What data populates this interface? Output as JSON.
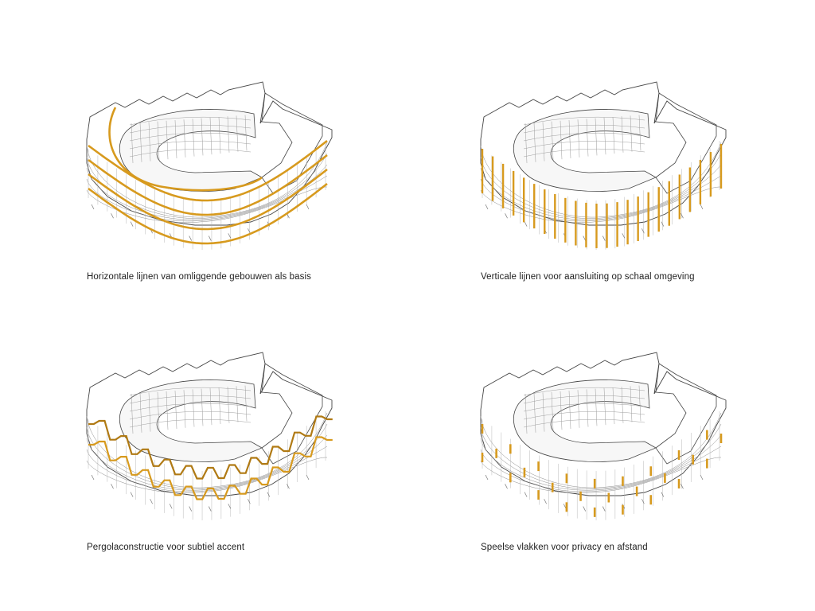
{
  "accent_color": "#d79a1e",
  "line_color": "#444444",
  "panels": [
    {
      "id": "horizontal",
      "caption": "Horizontale lijnen van omliggende gebouwen als basis"
    },
    {
      "id": "vertical",
      "caption": "Verticale lijnen voor aansluiting op schaal omgeving"
    },
    {
      "id": "pergola",
      "caption": "Pergolaconstructie voor subtiel accent"
    },
    {
      "id": "blocks",
      "caption": "Speelse vlakken voor privacy en afstand"
    }
  ]
}
